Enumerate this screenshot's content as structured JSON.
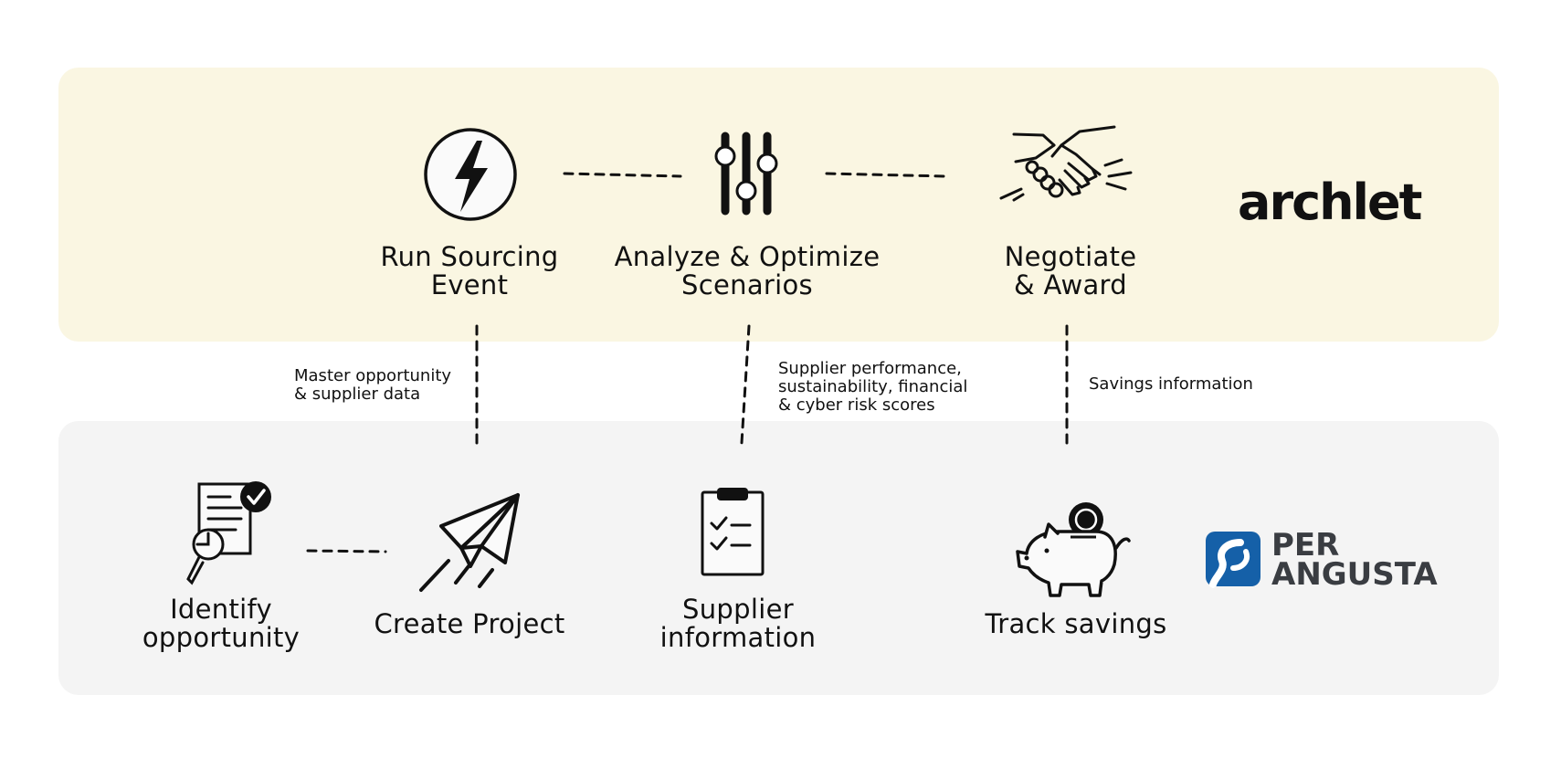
{
  "top": {
    "steps": [
      {
        "label": "Run Sourcing\nEvent",
        "icon": "lightning-icon"
      },
      {
        "label": "Analyze & Optimize\nScenarios",
        "icon": "sliders-icon"
      },
      {
        "label": "Negotiate\n& Award",
        "icon": "handshake-icon"
      }
    ],
    "brand": "archlet"
  },
  "bottom": {
    "steps": [
      {
        "label": "Identify\nopportunity",
        "icon": "document-search-icon"
      },
      {
        "label": "Create Project",
        "icon": "paper-plane-icon"
      },
      {
        "label": "Supplier\ninformation",
        "icon": "clipboard-icon"
      },
      {
        "label": "Track savings",
        "icon": "piggy-bank-icon"
      }
    ],
    "brand": "PER\nANGUSTA"
  },
  "connections": [
    {
      "label": "Master opportunity\n& supplier data"
    },
    {
      "label": "Supplier performance,\nsustainability, financial\n& cyber risk scores"
    },
    {
      "label": "Savings information"
    }
  ],
  "colors": {
    "top_panel": "#faf6e2",
    "bottom_panel": "#f4f4f4",
    "brand_blue": "#1560a8",
    "brand_gray": "#3a3d42"
  }
}
